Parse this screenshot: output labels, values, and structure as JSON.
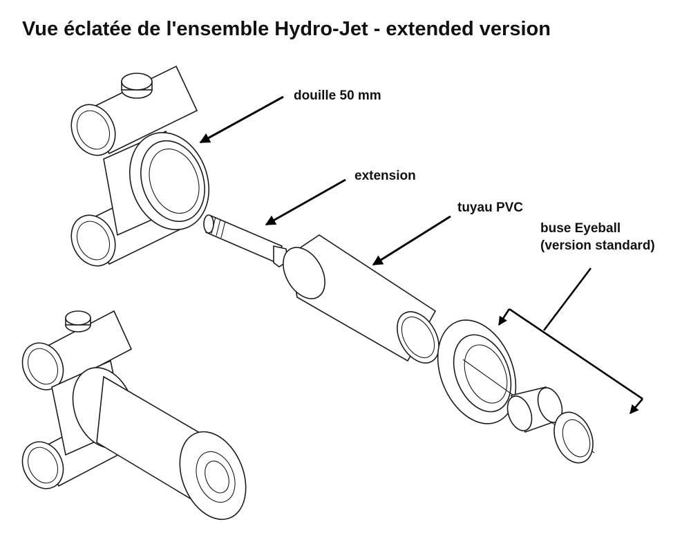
{
  "title": "Vue éclatée de l'ensemble Hydro-Jet - extended version",
  "labels": {
    "douille": "douille 50 mm",
    "extension": "extension",
    "tuyau": "tuyau PVC",
    "buse_line1": "buse Eyeball",
    "buse_line2": "(version standard)"
  }
}
